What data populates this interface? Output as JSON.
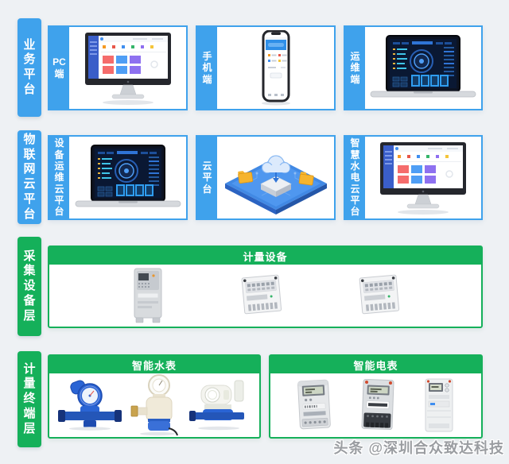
{
  "colors": {
    "background": "#eef1f4",
    "blue": "#3fa2ec",
    "green": "#15b05a"
  },
  "watermark": {
    "text": "头条 @深圳合众致达科技"
  },
  "rows": [
    {
      "label": "业务平台",
      "boxes": [
        {
          "label": "PC端",
          "illustration": "imac-dashboard"
        },
        {
          "label": "手机端",
          "illustration": "smartphone-app"
        },
        {
          "label": "运维端",
          "illustration": "laptop-monitoring-dashboard"
        }
      ]
    },
    {
      "label": "物联网云平台",
      "boxes": [
        {
          "label": "设备运维云平台",
          "illustration": "laptop-monitoring-dashboard"
        },
        {
          "label": "云平台",
          "illustration": "isometric-cloud-platform"
        },
        {
          "label": "智慧水电云平台",
          "illustration": "imac-dashboard"
        }
      ]
    },
    {
      "label": "采集设备层",
      "boxes": [
        {
          "header": "计量设备",
          "devices": [
            "data-concentrator",
            "collector-module",
            "collector-module"
          ]
        }
      ]
    },
    {
      "label": "计量终端层",
      "boxes": [
        {
          "header": "智能水表",
          "devices": [
            "mechanical-water-meter",
            "smart-valve-water-meter",
            "remote-water-meter"
          ]
        },
        {
          "header": "智能电表",
          "devices": [
            "single-phase-electric-meter",
            "prepaid-electric-meter",
            "three-phase-electric-meter"
          ]
        }
      ]
    }
  ]
}
